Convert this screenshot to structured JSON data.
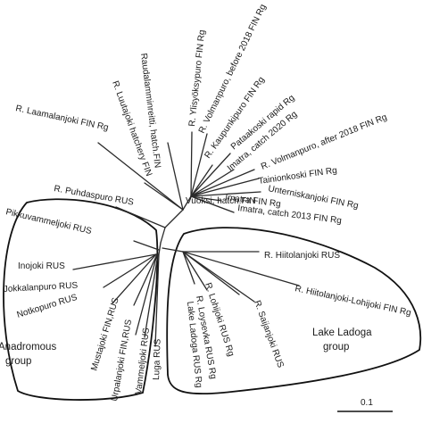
{
  "taxa": {
    "laamalanjoki": "R. Laamalanjoki FIN Rg",
    "luutajoki": "R. Luutajoki hatchery FIN",
    "raudalamminreitti": "Raudalamminreitti, hatch.FIN",
    "ylisyoksypuro": "R. Ylisyöksypuro FIN Rg",
    "volmanpuro_before": "R. Volmanpuro, before 2018 FIN Rg",
    "kaupunkipuro": "R. Kaupunkipuro FIN Rg",
    "pataakoski": "Pataakoski rapid Rg",
    "imatra_2020": "Imatra, catch 2020 Rg",
    "volmanpuro_after": "R. Volmanpuro, after 2018 FIN Rg",
    "tainionkoski": "Tainionkoski FIN Rg",
    "unterniskanjoki": "Unterniskanjoki FIN Rg",
    "imatra_fin": "Imatra FIN Rg",
    "imatra_2013": "Imatra, catch 2013 FIN Rg",
    "vuoksi": "Vuoksi, hatch.FIN",
    "puhdaspuro": "R. Puhdaspuro RUS",
    "pikkuvammeljoki": "Pikkuvammeljoki RUS",
    "inojoki": "Inojoki RUS",
    "jokkalanpuro": "Jokkalanpuro RUS",
    "notkopuro": "Notkopuro RUS",
    "mustajoki": "Mustajoki FIN,RUS",
    "urpalanjoki": "Urpalanjoki FIN,RUS",
    "vammeljoki": "Vammeljoki RUS",
    "luga": "Luga RUS",
    "hiitolanjoki": "R. Hiitolanjoki RUS",
    "hiitolanjoki_lohijoki": "R. Hiitolanjoki-Lohijoki FIN Rg",
    "lohijoki": "R. Lohijoki RUS Rg",
    "loysevka": "R. Loysevka RUS Rg",
    "lake_ladoga_rus": "Lake Ladoga RUS Rg",
    "saijanjoki": "R. Saijanjoki RUS"
  },
  "groups": {
    "anadromous_line1": "Anadromous",
    "anadromous_line2": "group",
    "ladoga_line1": "Lake Ladoga",
    "ladoga_line2": "group"
  },
  "scale_bar": {
    "label": "0.1"
  }
}
